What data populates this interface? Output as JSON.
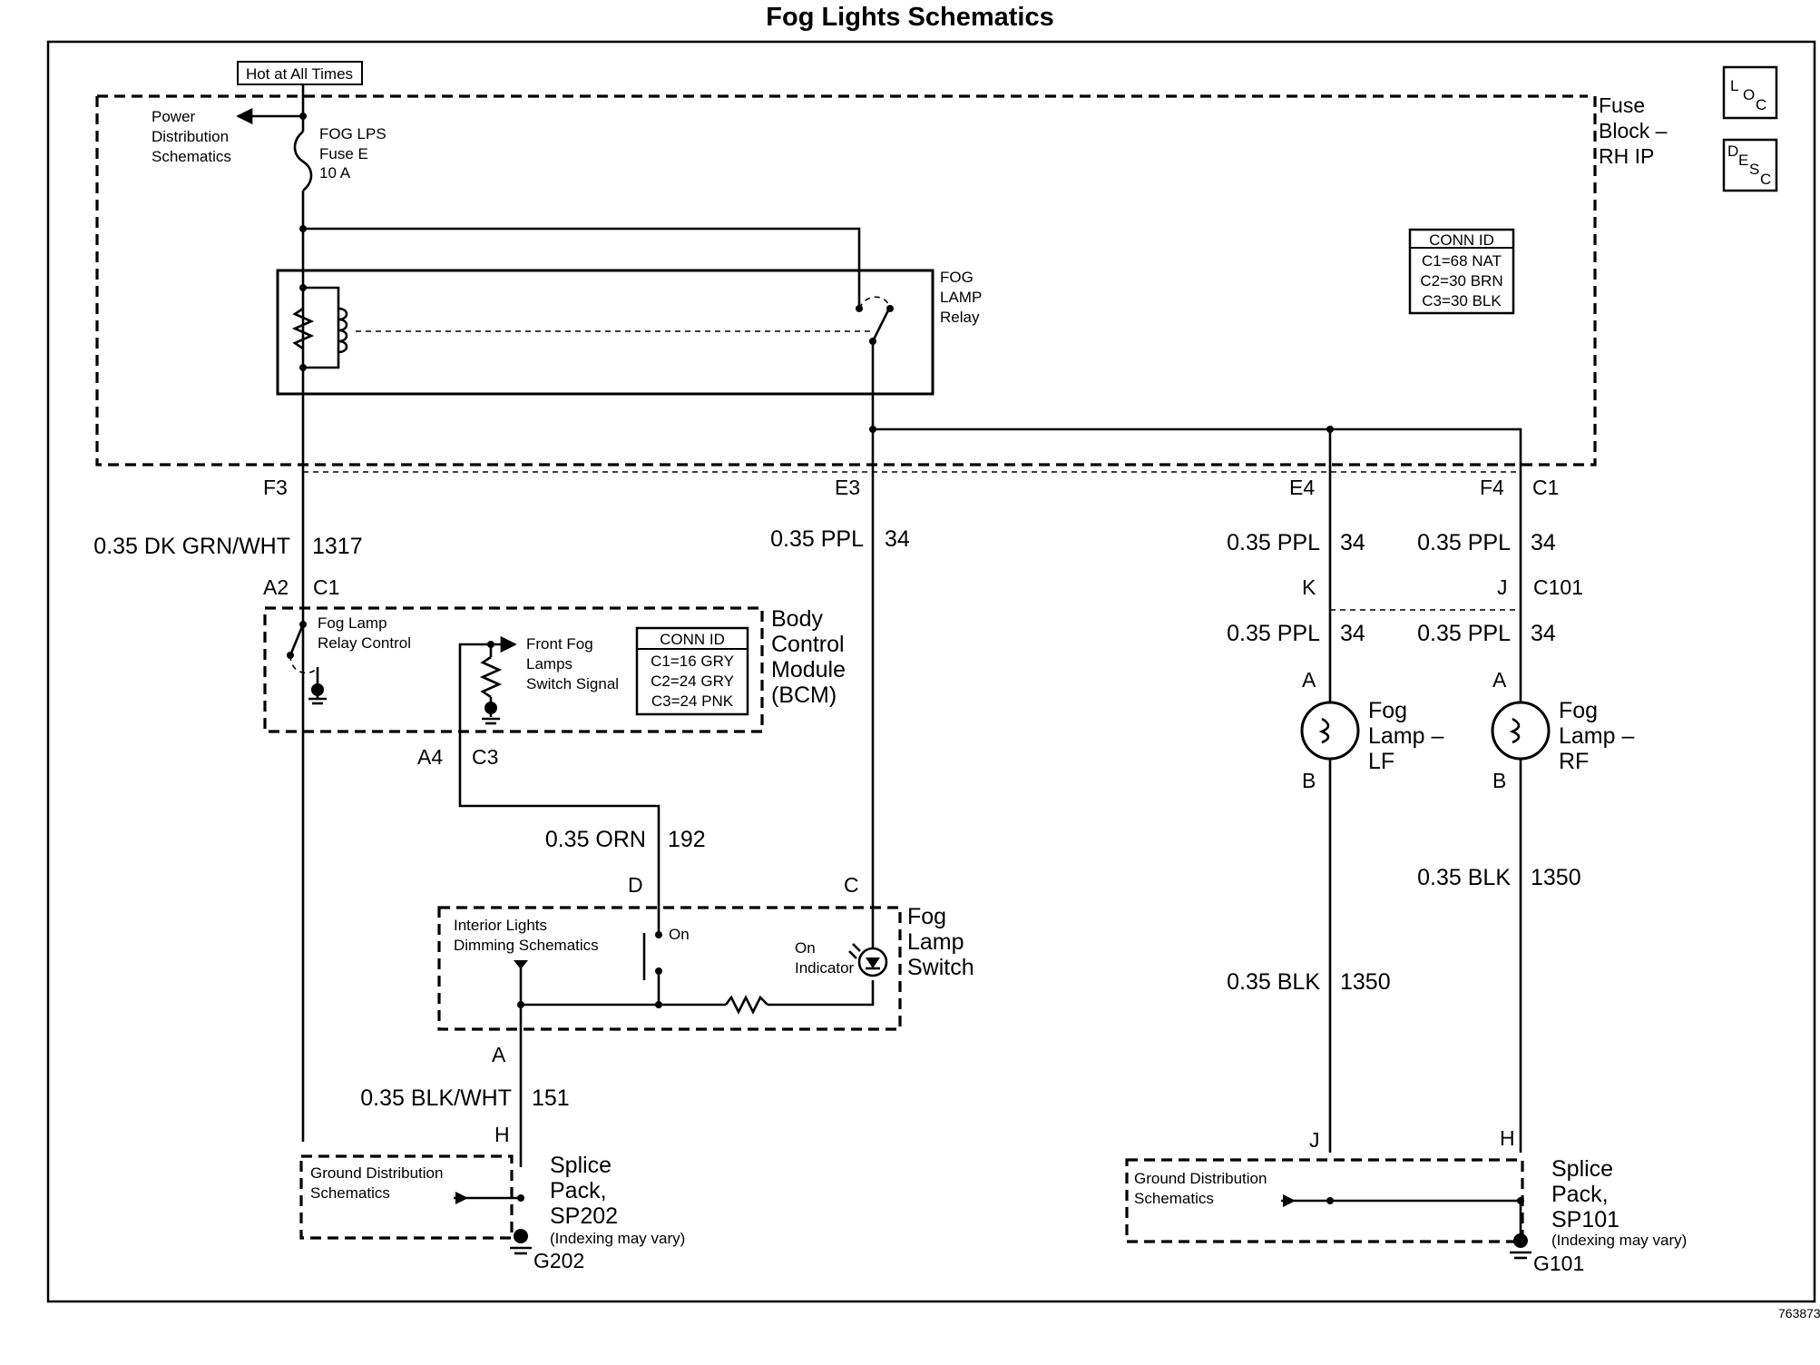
{
  "title": "Fog Lights Schematics",
  "figure_id": "763873",
  "hot_label": "Hot at All Times",
  "power": {
    "line1": "Power",
    "line2": "Distribution",
    "line3": "Schematics"
  },
  "fuse": {
    "line1": "FOG LPS",
    "line2": "Fuse E",
    "line3": "10 A"
  },
  "fuse_block": {
    "line1": "Fuse",
    "line2": "Block –",
    "line3": "RH IP"
  },
  "loc_icon": {
    "a": "L",
    "b": "O",
    "c": "C"
  },
  "desc_icon": {
    "a": "D",
    "b": "E",
    "c": "S",
    "d": "C"
  },
  "relay": {
    "line1": "FOG",
    "line2": "LAMP",
    "line3": "Relay"
  },
  "conn_fuse": {
    "header": "CONN ID",
    "rows": [
      "C1=68 NAT",
      "C2=30 BRN",
      "C3=30 BLK"
    ]
  },
  "pins_top": {
    "f3": "F3",
    "e3": "E3",
    "e4": "E4",
    "f4": "F4",
    "c1": "C1"
  },
  "wire_1317": {
    "size": "0.35 DK GRN/WHT",
    "num": "1317"
  },
  "wire_e3": {
    "size": "0.35 PPL",
    "num": "34"
  },
  "wire_e4": {
    "size": "0.35 PPL",
    "num": "34"
  },
  "wire_f4": {
    "size": "0.35 PPL",
    "num": "34"
  },
  "bcm_pins": {
    "a2": "A2",
    "c1": "C1",
    "a4": "A4",
    "c3": "C3"
  },
  "bcm": {
    "relay_ctrl1": "Fog Lamp",
    "relay_ctrl2": "Relay Control",
    "sig1": "Front Fog",
    "sig2": "Lamps",
    "sig3": "Switch Signal",
    "name1": "Body",
    "name2": "Control",
    "name3": "Module",
    "name4": "(BCM)"
  },
  "conn_bcm": {
    "header": "CONN ID",
    "rows": [
      "C1=16 GRY",
      "C2=24 GRY",
      "C3=24 PNK"
    ]
  },
  "c101": {
    "k": "K",
    "j": "J",
    "name": "C101"
  },
  "wire_k": {
    "size": "0.35 PPL",
    "num": "34"
  },
  "wire_j": {
    "size": "0.35 PPL",
    "num": "34"
  },
  "lamp_lf": {
    "a": "A",
    "b": "B",
    "line1": "Fog",
    "line2": "Lamp –",
    "line3": "LF"
  },
  "lamp_rf": {
    "a": "A",
    "b": "B",
    "line1": "Fog",
    "line2": "Lamp –",
    "line3": "RF"
  },
  "wire_192": {
    "size": "0.35 ORN",
    "num": "192"
  },
  "wire_rf_blk": {
    "size": "0.35 BLK",
    "num": "1350"
  },
  "wire_lf_blk": {
    "size": "0.35 BLK",
    "num": "1350"
  },
  "switch": {
    "pin_d": "D",
    "pin_c": "C",
    "pin_a": "A",
    "dim1": "Interior Lights",
    "dim2": "Dimming Schematics",
    "on": "On",
    "ind1": "On",
    "ind2": "Indicator",
    "name1": "Fog",
    "name2": "Lamp",
    "name3": "Switch"
  },
  "wire_151": {
    "size": "0.35 BLK/WHT",
    "num": "151"
  },
  "sp202": {
    "pin": "H",
    "gnd1": "Ground Distribution",
    "gnd2": "Schematics",
    "name1": "Splice",
    "name2": "Pack,",
    "name3": "SP202",
    "note": "(Indexing may vary)",
    "ground": "G202"
  },
  "sp101": {
    "pin_j": "J",
    "pin_h": "H",
    "gnd1": "Ground Distribution",
    "gnd2": "Schematics",
    "name1": "Splice",
    "name2": "Pack,",
    "name3": "SP101",
    "note": "(Indexing may vary)",
    "ground": "G101"
  }
}
